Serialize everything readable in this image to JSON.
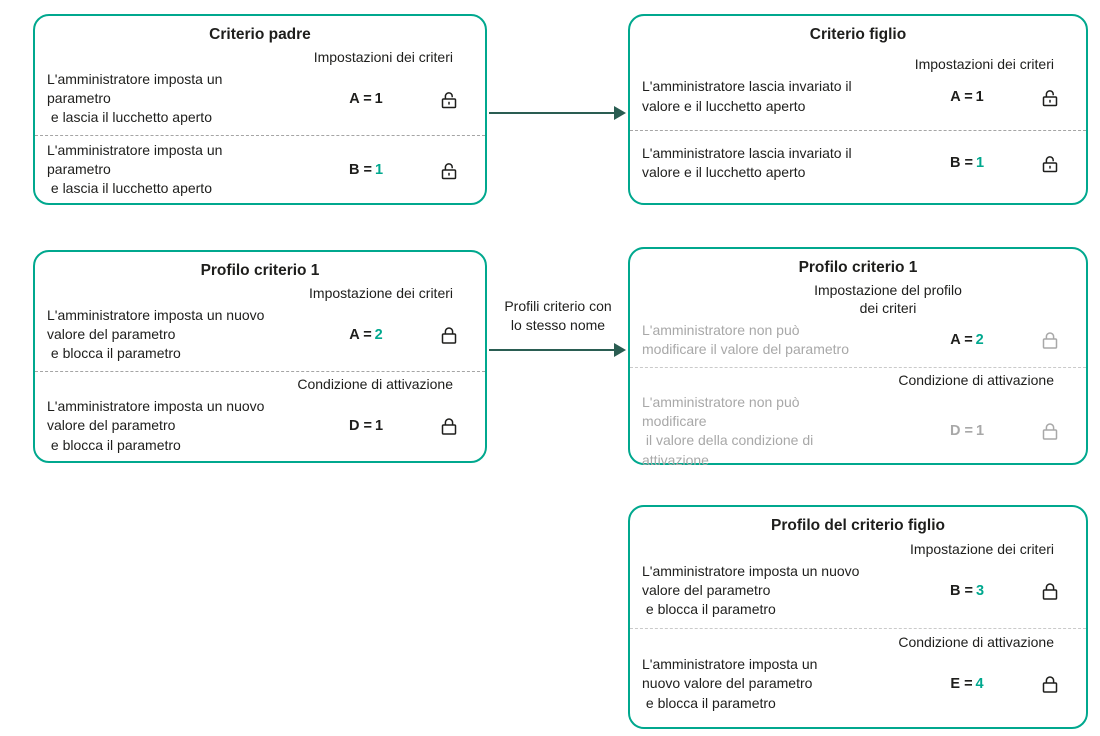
{
  "colors": {
    "teal": "#00a88e",
    "arrow": "#2a5d52",
    "text": "#1e1e1c",
    "muted": "#a8a8a8",
    "divider": "#a5a5a5",
    "divider_muted": "#cacaca"
  },
  "arrow_label": "Profili criterio con\nlo stesso nome",
  "boxes": [
    {
      "title": "Criterio padre",
      "sections": [
        {
          "header": "Impostazioni dei criteri",
          "desc": "L'amministratore imposta un\nparametro\n e lascia il lucchetto aperto",
          "value_label": "A =",
          "value_num": "1",
          "lock": "open"
        },
        {
          "desc": "L'amministratore imposta un\nparametro\n e lascia il lucchetto aperto",
          "value_label": "B =",
          "value_num": "1",
          "lock": "open"
        }
      ]
    },
    {
      "title": "Criterio figlio",
      "sections": [
        {
          "header": "Impostazioni dei criteri",
          "desc": "L'amministratore lascia invariato il\nvalore e il lucchetto aperto",
          "value_label": "A =",
          "value_num": "1",
          "lock": "open"
        },
        {
          "desc": "L'amministratore lascia invariato il\nvalore e il lucchetto aperto",
          "value_label": "B =",
          "value_num": "1",
          "lock": "open"
        }
      ]
    },
    {
      "title": "Profilo criterio 1",
      "sections": [
        {
          "header": "Impostazione dei criteri",
          "desc": "L'amministratore imposta un nuovo\nvalore del parametro\n e blocca il parametro",
          "value_label": "A =",
          "value_num": "2",
          "lock": "closed"
        },
        {
          "header": "Condizione di attivazione",
          "desc": "L'amministratore imposta un nuovo\nvalore del parametro\n e blocca il parametro",
          "value_label": "D =",
          "value_num": "1",
          "lock": "closed"
        }
      ]
    },
    {
      "title": "Profilo criterio 1",
      "sections": [
        {
          "header": "Impostazione del profilo\ndei criteri",
          "desc": "L'amministratore non può\nmodificare il valore del parametro",
          "value_label": "A =",
          "value_num": "2",
          "lock": "closed"
        },
        {
          "header": "Condizione di attivazione",
          "desc": "L'amministratore non può\nmodificare\n il valore della condizione di\nattivazione",
          "value_label": "D =",
          "value_num": "1",
          "lock": "closed"
        }
      ]
    },
    {
      "title": "Profilo del criterio figlio",
      "sections": [
        {
          "header": "Impostazione dei criteri",
          "desc": "L'amministratore imposta un nuovo\nvalore del parametro\n e blocca il parametro",
          "value_label": "B =",
          "value_num": "3",
          "lock": "closed"
        },
        {
          "header": "Condizione di attivazione",
          "desc": "L'amministratore imposta un\nnuovo valore del parametro\n e blocca il parametro",
          "value_label": "E =",
          "value_num": "4",
          "lock": "closed"
        }
      ]
    }
  ]
}
